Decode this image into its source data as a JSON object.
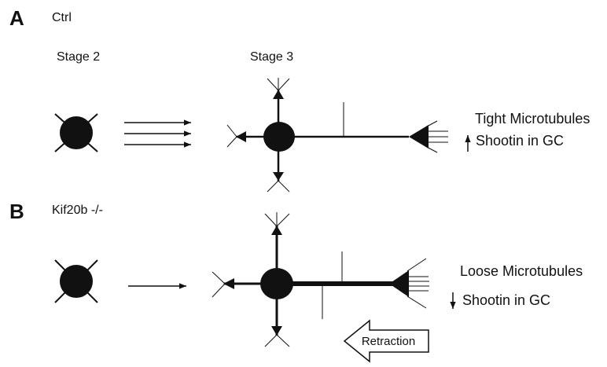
{
  "panelA": {
    "letter": "A",
    "condition": "Ctrl",
    "stage2_label": "Stage 2",
    "stage3_label": "Stage 3",
    "note_line1": "Tight Microtubules",
    "note_line2": "Shootin in GC",
    "indicator_direction": "up"
  },
  "panelB": {
    "letter": "B",
    "condition": "Kif20b -/-",
    "note_line1": "Loose Microtubules",
    "note_line2": "Shootin in GC",
    "indicator_direction": "down",
    "retraction_label": "Retraction"
  }
}
